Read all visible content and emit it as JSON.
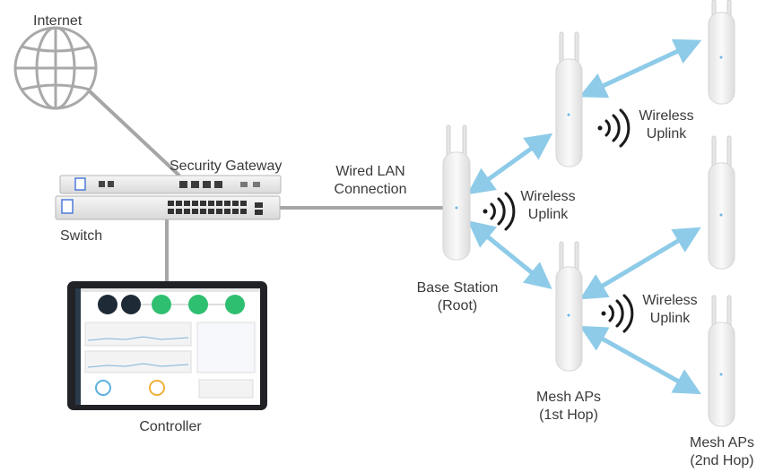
{
  "labels": {
    "internet": "Internet",
    "security_gateway": "Security Gateway",
    "switch": "Switch",
    "controller": "Controller",
    "wired_lan_line1": "Wired LAN",
    "wired_lan_line2": "Connection",
    "base_station_line1": "Base Station",
    "base_station_line2": "(Root)",
    "wireless_uplink_1_line1": "Wireless",
    "wireless_uplink_1_line2": "Uplink",
    "wireless_uplink_2_line1": "Wireless",
    "wireless_uplink_2_line2": "Uplink",
    "wireless_uplink_3_line1": "Wireless",
    "wireless_uplink_3_line2": "Uplink",
    "mesh_1st_line1": "Mesh APs",
    "mesh_1st_line2": "(1st Hop)",
    "mesh_2nd_line1": "Mesh APs",
    "mesh_2nd_line2": "(2nd Hop)"
  },
  "colors": {
    "wire": "#a6a6a6",
    "wireless_arrow": "#8ecbe8",
    "signal_icon": "#1a1a1a",
    "device_body": "#f1f1f1"
  }
}
